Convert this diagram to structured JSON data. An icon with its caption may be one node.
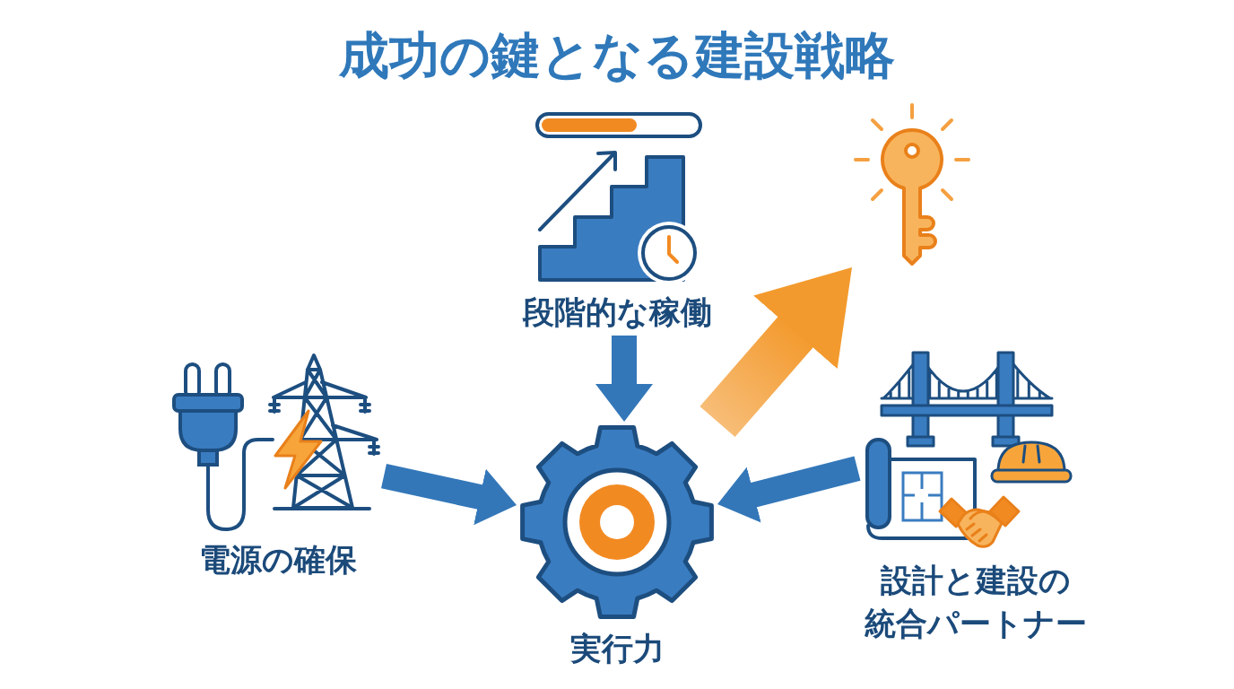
{
  "diagram": {
    "title": "成功の鍵となる建設戦略",
    "nodes": [
      {
        "text": [
          "段階的な稼働"
        ]
      },
      {
        "text": [],
        "shape": "picture"
      },
      {
        "text": [
          "電源の確保"
        ]
      },
      {
        "text": [
          "実行力"
        ]
      },
      {
        "text": [
          "設計と建設の統合パートナー"
        ]
      }
    ],
    "edges": [
      {
        "from": 0,
        "to": 3,
        "arrow": "to"
      },
      {
        "from": 2,
        "to": 3,
        "arrow": "to"
      },
      {
        "from": 4,
        "to": 3,
        "arrow": "to"
      },
      {
        "from": 3,
        "to": 1,
        "arrow": "to",
        "style": "thick",
        "color": "#f39a2e"
      }
    ]
  }
}
